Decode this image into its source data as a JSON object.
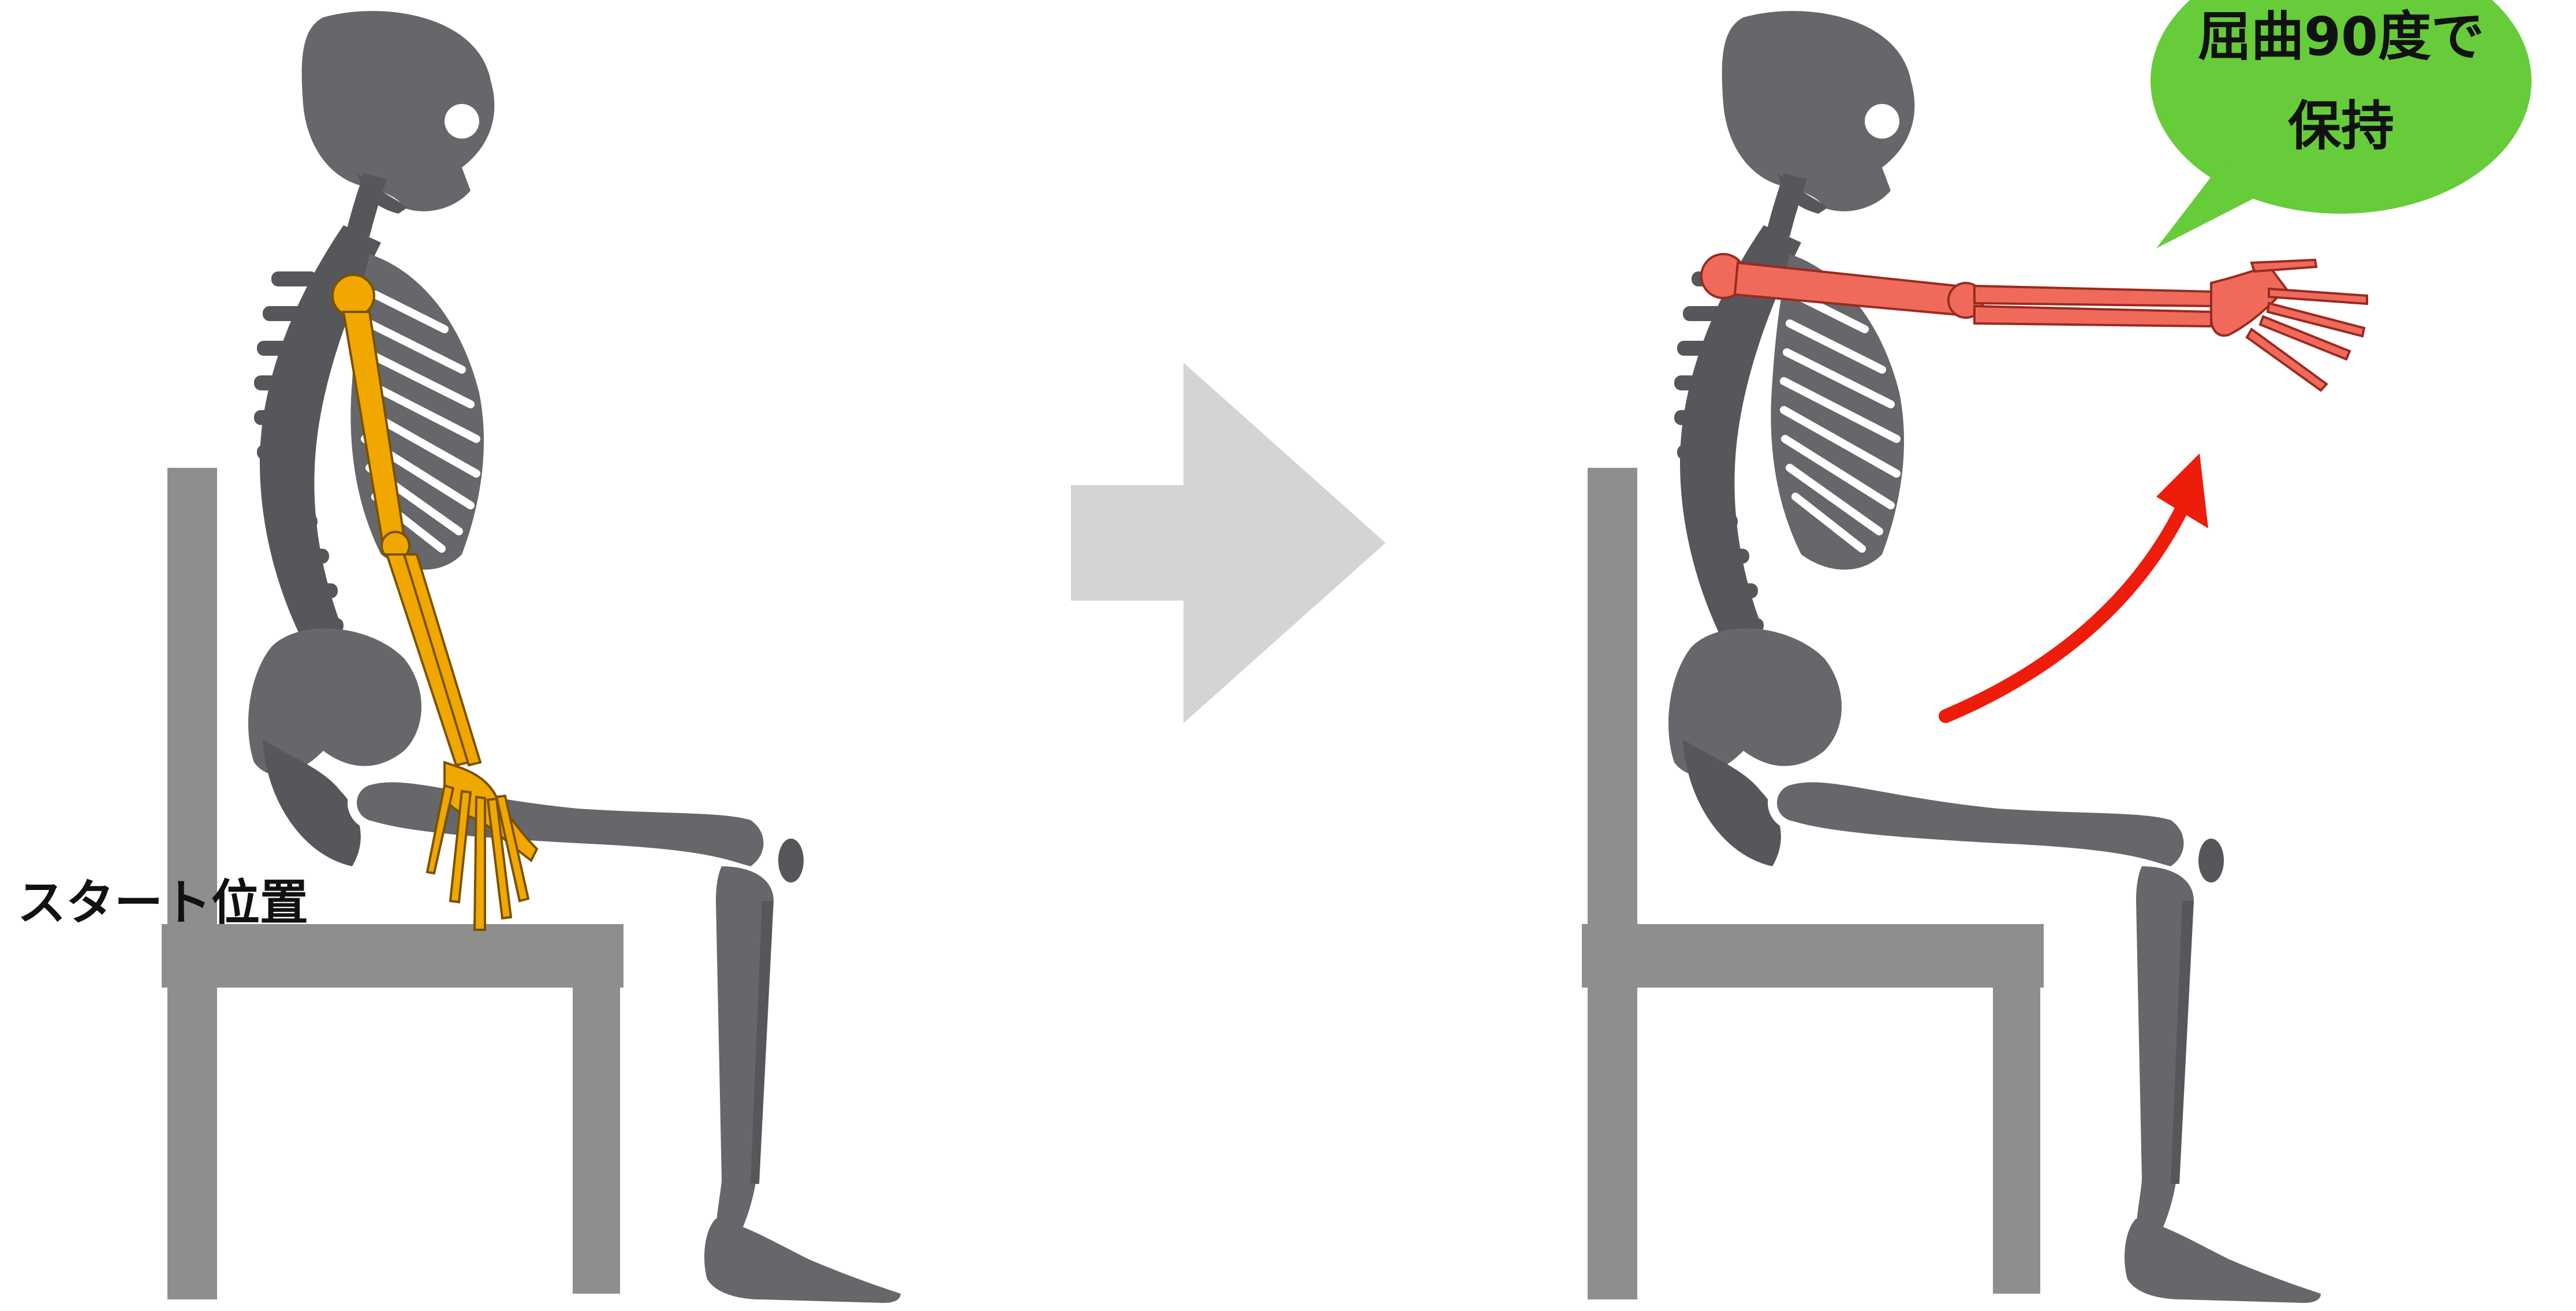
{
  "labels": {
    "start_position": "スタート位置",
    "bubble_line1": "屈曲90度で",
    "bubble_line2": "保持"
  },
  "colors": {
    "background": "#ffffff",
    "skeleton_gray": "#65676b",
    "skeleton_dark": "#55575b",
    "chair": "#8e8e8e",
    "arm_start": "#f0a800",
    "arm_start_stroke": "#7a5200",
    "arm_end": "#f06a5c",
    "arm_end_stroke": "#9a2a20",
    "transition_arrow": "#d4d4d4",
    "motion_arrow": "#ee1c0a",
    "bubble": "#66cc3a"
  },
  "icons": {
    "transition": "right-arrow-icon",
    "motion": "curved-up-arrow-icon"
  }
}
